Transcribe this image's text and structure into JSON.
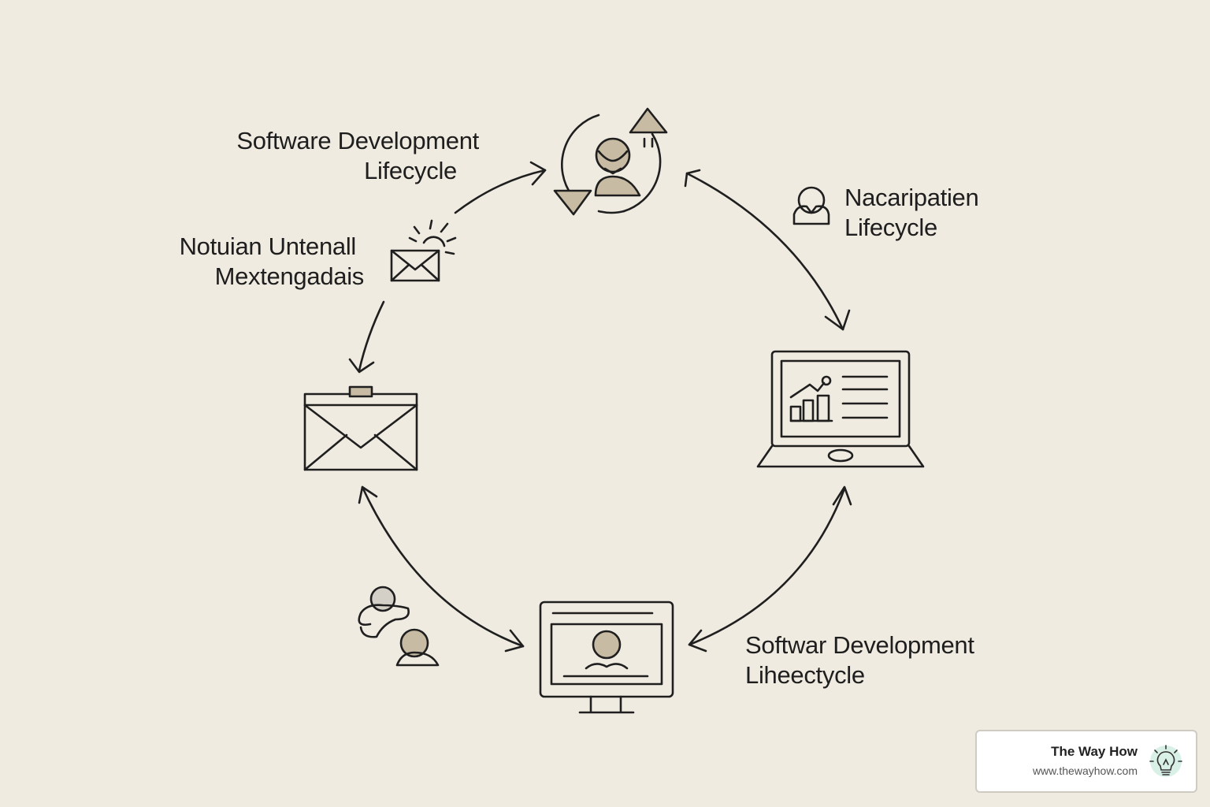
{
  "labels": {
    "top_left": {
      "line1": "Software Development",
      "line2": "Lifecycle"
    },
    "mid_left": {
      "line1": "Notuian Untenall",
      "line2": "Mextengadais"
    },
    "top_right": {
      "line1": "Nacaripatien",
      "line2": "Lifecycle"
    },
    "bottom_right": {
      "line1": "Softwar Development",
      "line2": "Liheectycle"
    }
  },
  "icons": {
    "top": "team-cycle-icon",
    "mid_left_small": "envelope-sun-icon",
    "left": "envelope-icon",
    "right": "laptop-chart-icon",
    "bottom": "monitor-user-icon",
    "bottom_left_small": "users-icon",
    "top_right_small": "user-icon"
  },
  "brand": {
    "name": "The Way How",
    "url": "www.thewayhow.com",
    "logo_icon": "lightbulb-icon"
  },
  "colors": {
    "background": "#f0ebe1",
    "stroke": "#1f1f1f",
    "accent": "#c8bba4",
    "accent_dark": "#b7ab98"
  }
}
